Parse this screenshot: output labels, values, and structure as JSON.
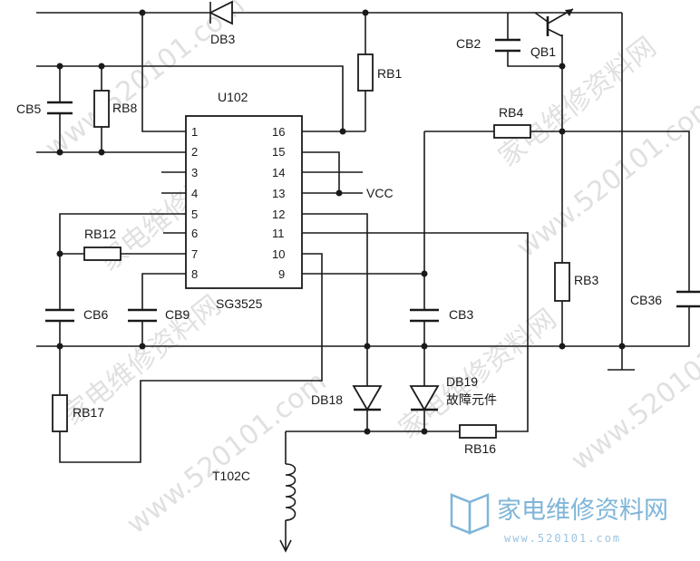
{
  "ic": {
    "name": "U102",
    "part": "SG3525",
    "pins_left": [
      "1",
      "2",
      "3",
      "4",
      "5",
      "6",
      "7",
      "8"
    ],
    "pins_right": [
      "16",
      "15",
      "14",
      "13",
      "12",
      "11",
      "10",
      "9"
    ]
  },
  "labels": {
    "db3": "DB3",
    "cb2": "CB2",
    "qb1": "QB1",
    "rb1": "RB1",
    "cb5": "CB5",
    "rb8": "RB8",
    "rb4": "RB4",
    "vcc": "VCC",
    "rb12": "RB12",
    "rb3": "RB3",
    "cb36": "CB36",
    "cb6": "CB6",
    "cb9": "CB9",
    "cb3": "CB3",
    "rb17": "RB17",
    "db18": "DB18",
    "db19": "DB19",
    "fault": "故障元件",
    "rb16": "RB16",
    "t102c": "T102C"
  },
  "watermark": {
    "logo_text": "家电维修资料网",
    "logo_url": "www.520101.com"
  }
}
